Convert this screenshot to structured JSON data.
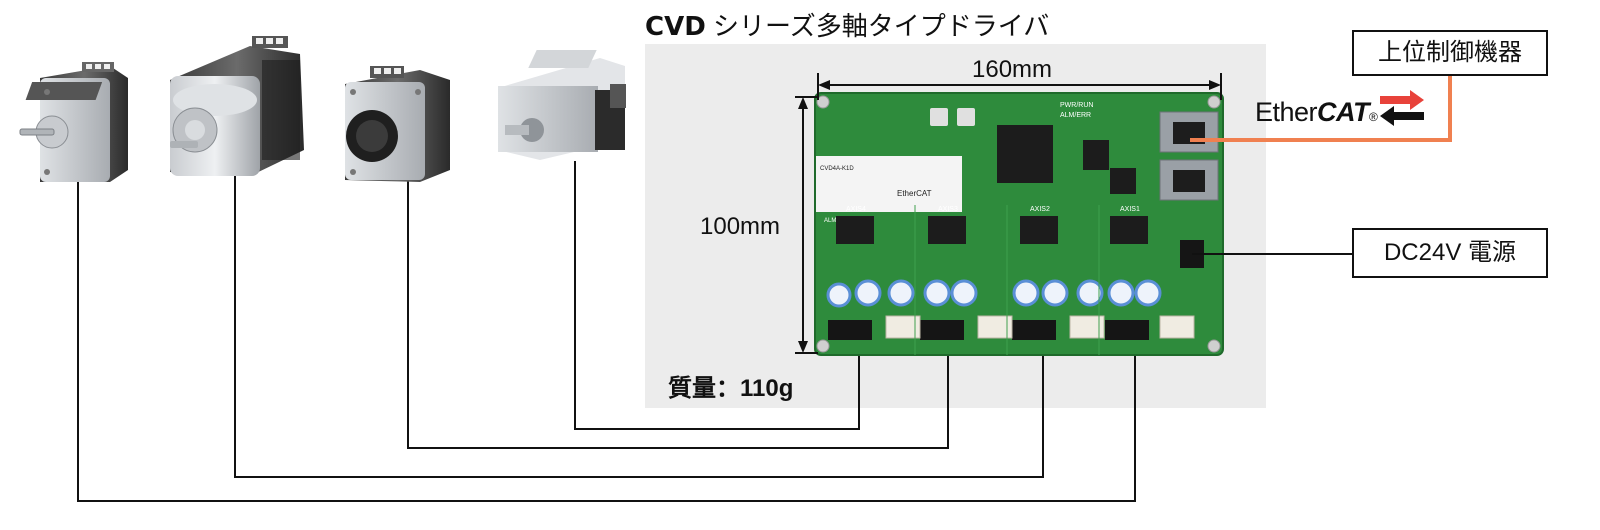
{
  "title": {
    "bold": "CVD",
    "rest": " シリーズ多軸タイプドライバ"
  },
  "dimensions": {
    "width": "160mm",
    "height": "100mm"
  },
  "mass": "質量：110g",
  "host_controller": "上位制御機器",
  "power_supply": "DC24V 電源",
  "ethercat": {
    "ether": "Ether",
    "cat": "CAT",
    "mark": "®"
  },
  "board": {
    "model": "CVD4A-K1D",
    "axes": [
      "AXIS4",
      "AXIS3",
      "AXIS2",
      "AXIS1"
    ],
    "leds": [
      "PWR/RUN",
      "ALM/ERR"
    ],
    "alm": "ALM",
    "ecat_small": "EtherCAT"
  },
  "colors": {
    "panel": "#ececec",
    "pcb": "#2e8b3c",
    "ethernet_line": "#f08050",
    "cable": "#111111"
  }
}
